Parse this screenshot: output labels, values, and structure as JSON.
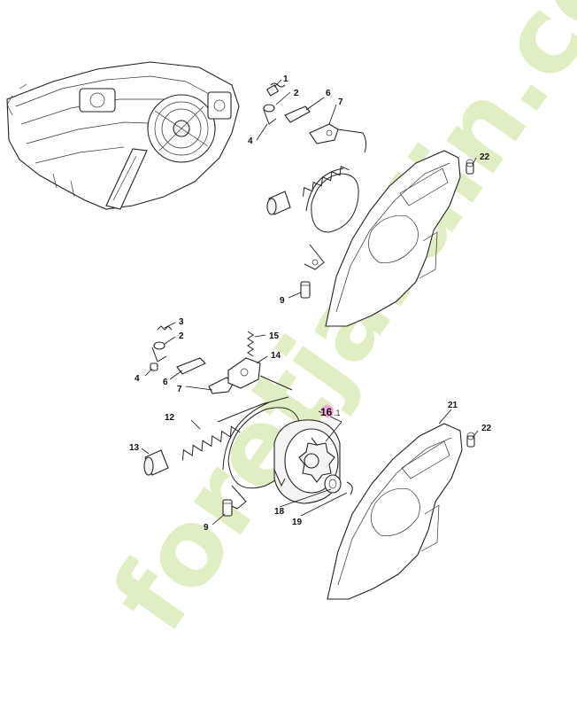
{
  "watermark": "foretjardin.com",
  "upper_callouts": [
    {
      "id": "u1",
      "text": "1"
    },
    {
      "id": "u2",
      "text": "2"
    },
    {
      "id": "u4",
      "text": "4"
    },
    {
      "id": "u6",
      "text": "6"
    },
    {
      "id": "u7",
      "text": "7"
    },
    {
      "id": "u9",
      "text": "9"
    },
    {
      "id": "u22",
      "text": "22"
    }
  ],
  "lower_callouts": [
    {
      "id": "l2",
      "text": "2"
    },
    {
      "id": "l3",
      "text": "3"
    },
    {
      "id": "l4",
      "text": "4"
    },
    {
      "id": "l6",
      "text": "6"
    },
    {
      "id": "l7",
      "text": "7"
    },
    {
      "id": "l9",
      "text": "9"
    },
    {
      "id": "l12",
      "text": "12"
    },
    {
      "id": "l13",
      "text": "13"
    },
    {
      "id": "l14",
      "text": "14"
    },
    {
      "id": "l15",
      "text": "15"
    },
    {
      "id": "l18",
      "text": "18"
    },
    {
      "id": "l19",
      "text": "19"
    },
    {
      "id": "l21",
      "text": "21"
    },
    {
      "id": "l22",
      "text": "22"
    }
  ],
  "highlight": {
    "main": "16",
    "sub": ".1",
    "color": "#f7a8d8"
  }
}
